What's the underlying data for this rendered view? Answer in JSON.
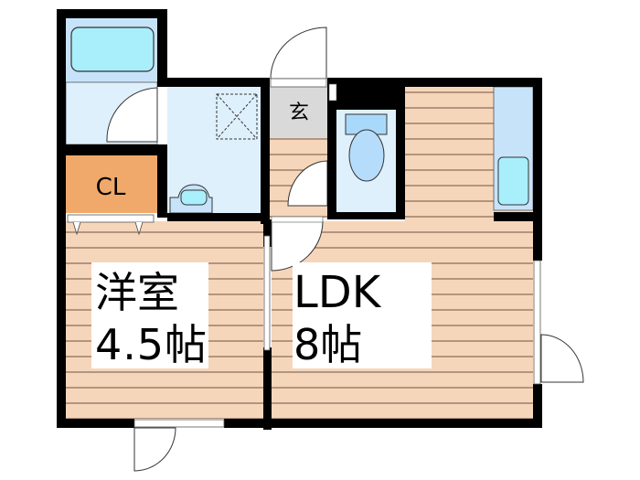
{
  "floorplan": {
    "rooms": {
      "closet": {
        "label": "CL"
      },
      "entrance": {
        "label": "玄"
      },
      "western_room": {
        "name": "洋室",
        "size": "4.5帖"
      },
      "ldk": {
        "name": "LDK",
        "size": "8帖"
      }
    },
    "colors": {
      "wall": "#000000",
      "wood_floor": "#f6d6ba",
      "wood_line": "#6e5446",
      "wet_area": "#dff0fd",
      "bath_area": "#c7e3f9",
      "fixture": "#a9eefb",
      "closet": "#f0a96a",
      "entrance": "#d9d9d9"
    }
  }
}
